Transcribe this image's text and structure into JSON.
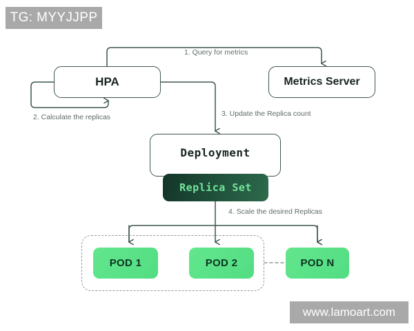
{
  "diagram": {
    "title_watermark": "TG: MYYJJPP",
    "site_watermark": "www.lamoart.com",
    "nodes": {
      "hpa": "HPA",
      "metrics_server": "Metrics Server",
      "deployment": "Deployment",
      "replica_set": "Replica Set",
      "pod_1": "POD 1",
      "pod_2": "POD 2",
      "pod_n": "POD N"
    },
    "edges": {
      "step1": "1. Query for metrics",
      "step2": "2. Calculate the replicas",
      "step3": "3. Update the Replica count",
      "step4": "4. Scale the desired Replicas"
    },
    "colors": {
      "stroke": "#3c554b",
      "label_text": "#5d6b66",
      "replica_set_bg": "#1e4e39",
      "replica_set_text": "#74e49b",
      "pod_bg": "#52dd82",
      "pod_text": "#0d3321",
      "watermark_bg": "#a9a9a9",
      "background": "#ffffff"
    }
  }
}
